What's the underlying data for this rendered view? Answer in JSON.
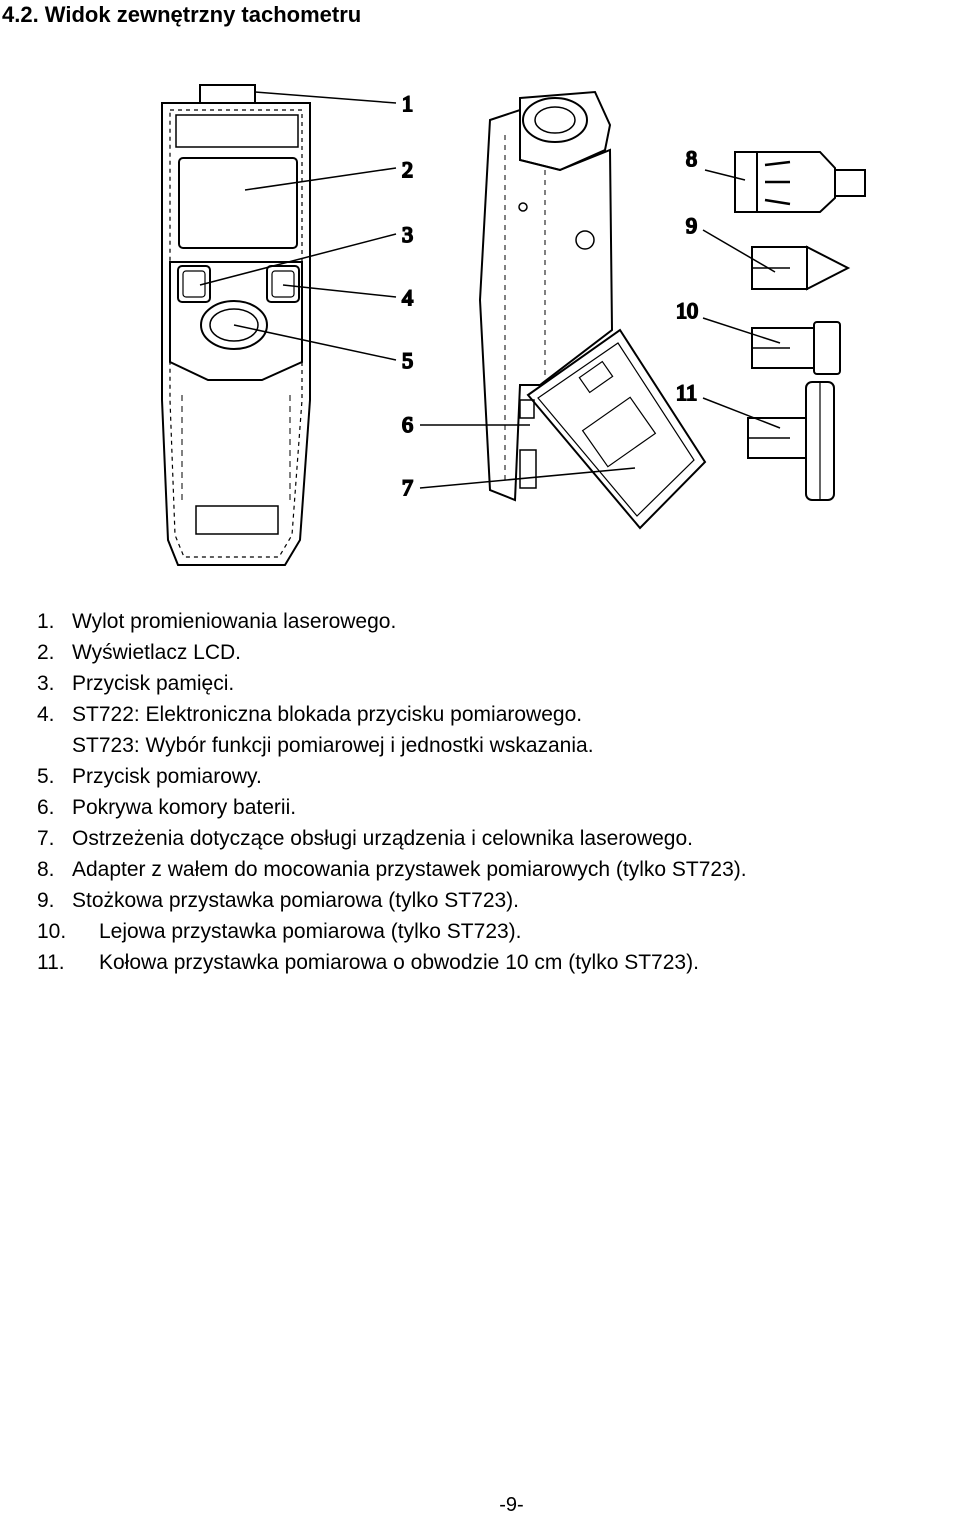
{
  "heading": "4.2. Widok zewnętrzny tachometru",
  "callouts": [
    "1",
    "2",
    "3",
    "4",
    "5",
    "6",
    "7",
    "8",
    "9",
    "10",
    "11"
  ],
  "legend": [
    {
      "num": "1.",
      "text": "Wylot promieniowania laserowego."
    },
    {
      "num": "2.",
      "text": "Wyświetlacz LCD."
    },
    {
      "num": "3.",
      "text": "Przycisk pamięci."
    },
    {
      "num": "4.",
      "text": "ST722: Elektroniczna blokada przycisku pomiarowego."
    },
    {
      "num": "",
      "text": "ST723: Wybór funkcji pomiarowej i jednostki wskazania."
    },
    {
      "num": "5.",
      "text": "Przycisk pomiarowy."
    },
    {
      "num": "6.",
      "text": "Pokrywa komory baterii."
    },
    {
      "num": "7.",
      "text": "Ostrzeżenia dotyczące obsługi urządzenia i celownika laserowego."
    },
    {
      "num": "8.",
      "text": "Adapter z wałem do mocowania przystawek pomiarowych (tylko ST723)."
    },
    {
      "num": "9.",
      "text": "Stożkowa przystawka pomiarowa (tylko ST723)."
    },
    {
      "num": "10.",
      "text": "Lejowa przystawka pomiarowa (tylko ST723)."
    },
    {
      "num": "11.",
      "text": "Kołowa przystawka pomiarowa o obwodzie 10 cm (tylko ST723)."
    }
  ],
  "page_number": "-9-"
}
